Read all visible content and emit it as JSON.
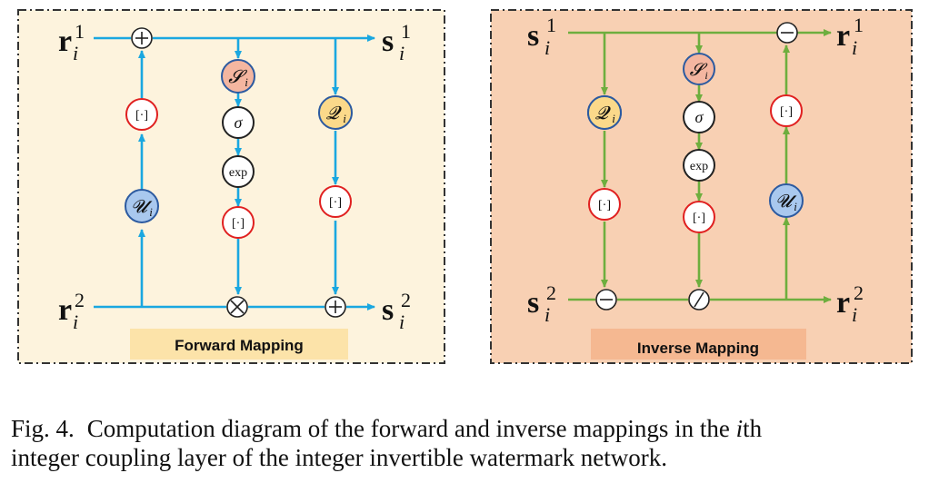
{
  "panels": {
    "forward": {
      "title": "Forward Mapping",
      "colors": {
        "background": "#fdf3dd",
        "title_bg": "#fce3a9",
        "line": "#1aa7e0",
        "border": "#333333"
      },
      "labels": {
        "r1": "r",
        "r1_sub": "i",
        "r1_sup": "1",
        "s1": "s",
        "s1_sub": "i",
        "s1_sup": "1",
        "r2": "r",
        "r2_sub": "i",
        "r2_sup": "2",
        "s2": "s",
        "s2_sub": "i",
        "s2_sup": "2"
      },
      "nodes": {
        "S": "𝓢",
        "S_sub": "i",
        "sigma": "σ",
        "exp": "exp",
        "round": "[·]",
        "Q": "𝓠",
        "Q_sub": "i",
        "U": "𝓤",
        "U_sub": "i"
      }
    },
    "inverse": {
      "title": "Inverse Mapping",
      "colors": {
        "background": "#f8d0b3",
        "title_bg": "#f5b891",
        "line": "#6eae3e",
        "border": "#333333"
      },
      "labels": {
        "s1": "s",
        "s1_sub": "i",
        "s1_sup": "1",
        "r1": "r",
        "r1_sub": "i",
        "r1_sup": "1",
        "s2": "s",
        "s2_sub": "i",
        "s2_sup": "2",
        "r2": "r",
        "r2_sub": "i",
        "r2_sup": "2"
      },
      "nodes": {
        "S": "𝓢",
        "S_sub": "i",
        "sigma": "σ",
        "exp": "exp",
        "round": "[·]",
        "Q": "𝓠",
        "Q_sub": "i",
        "U": "𝓤",
        "U_sub": "i"
      }
    }
  },
  "node_colors": {
    "S_fill": "#f4b6a0",
    "Q_fill": "#fbd98a",
    "U_fill": "#a9c8ee",
    "plain_fill": "#ffffff",
    "round_stroke": "#e02020",
    "op_stroke": "#222222"
  },
  "caption": {
    "number": "Fig. 4.",
    "line1": "Computation diagram of the forward and inverse mappings in the ",
    "line1_var": "i",
    "line1_end": "th",
    "line2": "integer coupling layer of the integer invertible watermark network."
  }
}
